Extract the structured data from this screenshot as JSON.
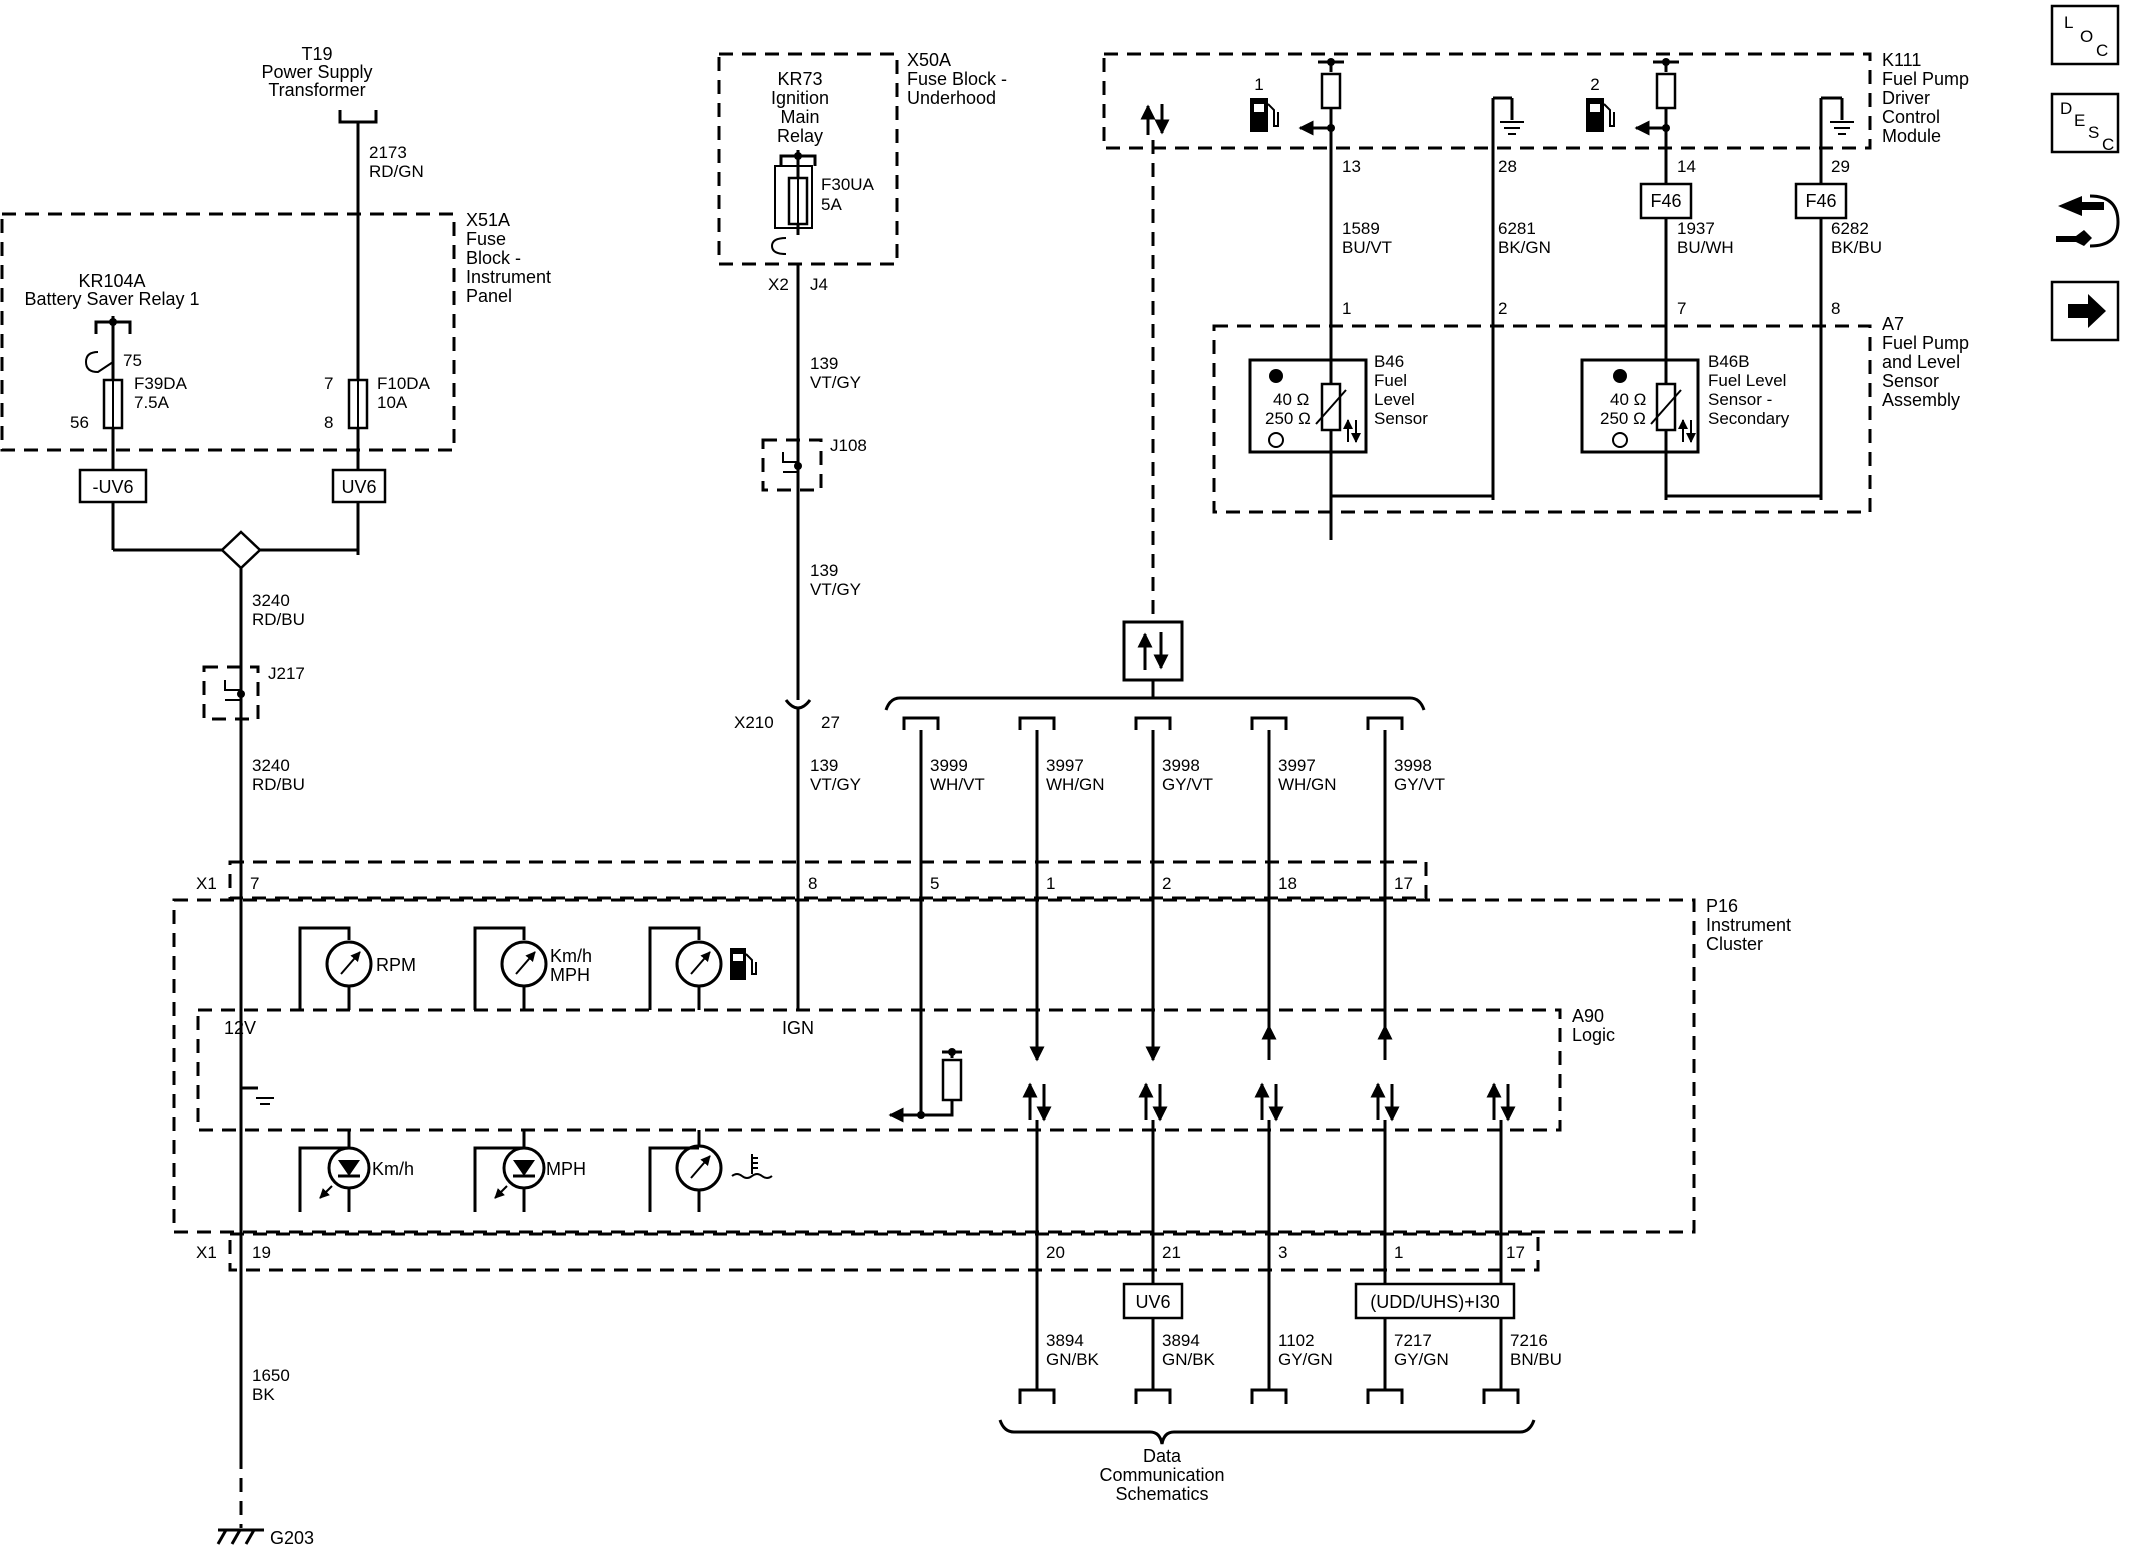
{
  "components": {
    "t19": {
      "id": "T19",
      "name_l1": "Power Supply",
      "name_l2": "Transformer"
    },
    "x51a": {
      "id": "X51A",
      "name_l1": "Fuse",
      "name_l2": "Block -",
      "name_l3": "Instrument",
      "name_l4": "Panel"
    },
    "kr104a": {
      "id": "KR104A",
      "name": "Battery Saver Relay 1"
    },
    "f39da": {
      "id": "F39DA",
      "rating": "7.5A",
      "pin_in": "75",
      "pin_out": "56"
    },
    "f10da": {
      "id": "F10DA",
      "rating": "10A",
      "pin_in": "7",
      "pin_out": "8"
    },
    "x50a": {
      "id": "X50A",
      "name_l1": "Fuse Block -",
      "name_l2": "Underhood"
    },
    "kr73": {
      "id": "KR73",
      "name_l1": "Ignition",
      "name_l2": "Main",
      "name_l3": "Relay"
    },
    "f30ua": {
      "id": "F30UA",
      "rating": "5A",
      "pin_x2": "X2",
      "pin_j4": "J4"
    },
    "j108": {
      "id": "J108"
    },
    "j217": {
      "id": "J217"
    },
    "x210": {
      "id": "X210",
      "pin": "27"
    },
    "k111": {
      "id": "K111",
      "name_l1": "Fuel Pump",
      "name_l2": "Driver",
      "name_l3": "Control",
      "name_l4": "Module",
      "num_1": "1",
      "num_2": "2"
    },
    "a7": {
      "id": "A7",
      "name_l1": "Fuel Pump",
      "name_l2": "and Level",
      "name_l3": "Sensor",
      "name_l4": "Assembly"
    },
    "b46": {
      "id": "B46",
      "name_l1": "Fuel",
      "name_l2": "Level",
      "name_l3": "Sensor",
      "ohm_hi": "40 Ω",
      "ohm_lo": "250 Ω"
    },
    "b46b": {
      "id": "B46B",
      "name_l1": "Fuel Level",
      "name_l2": "Sensor -",
      "name_l3": "Secondary",
      "ohm_hi": "40 Ω",
      "ohm_lo": "250 Ω"
    },
    "p16": {
      "id": "P16",
      "name_l1": "Instrument",
      "name_l2": "Cluster"
    },
    "a90": {
      "id": "A90",
      "name": "Logic",
      "pin_12v": "12V",
      "pin_ign": "IGN"
    },
    "g203": {
      "id": "G203"
    }
  },
  "options": {
    "uv6_neg": "-UV6",
    "uv6": "UV6",
    "f46": "F46",
    "udd": "(UDD/UHS)+I30"
  },
  "wires": {
    "w2173": {
      "circuit": "2173",
      "color": "RD/GN"
    },
    "w3240a": {
      "circuit": "3240",
      "color": "RD/BU"
    },
    "w3240b": {
      "circuit": "3240",
      "color": "RD/BU"
    },
    "w1650": {
      "circuit": "1650",
      "color": "BK"
    },
    "w139a": {
      "circuit": "139",
      "color": "VT/GY"
    },
    "w139b": {
      "circuit": "139",
      "color": "VT/GY"
    },
    "w139c": {
      "circuit": "139",
      "color": "VT/GY"
    },
    "w1589": {
      "circuit": "1589",
      "color": "BU/VT"
    },
    "w6281": {
      "circuit": "6281",
      "color": "BK/GN"
    },
    "w1937": {
      "circuit": "1937",
      "color": "BU/WH"
    },
    "w6282": {
      "circuit": "6282",
      "color": "BK/BU"
    },
    "w3999": {
      "circuit": "3999",
      "color": "WH/VT"
    },
    "w3997a": {
      "circuit": "3997",
      "color": "WH/GN"
    },
    "w3998a": {
      "circuit": "3998",
      "color": "GY/VT"
    },
    "w3997b": {
      "circuit": "3997",
      "color": "WH/GN"
    },
    "w3998b": {
      "circuit": "3998",
      "color": "GY/VT"
    },
    "w3894a": {
      "circuit": "3894",
      "color": "GN/BK"
    },
    "w3894b": {
      "circuit": "3894",
      "color": "GN/BK"
    },
    "w1102": {
      "circuit": "1102",
      "color": "GY/GN"
    },
    "w7217": {
      "circuit": "7217",
      "color": "GY/GN"
    },
    "w7216": {
      "circuit": "7216",
      "color": "BN/BU"
    }
  },
  "pins": {
    "k111_13": "13",
    "k111_28": "28",
    "k111_14": "14",
    "k111_29": "29",
    "a7_1": "1",
    "a7_2": "2",
    "a7_7": "7",
    "a7_8": "8",
    "x1_top": "X1",
    "x1_7": "7",
    "x1_8": "8",
    "x1_5": "5",
    "x1_1": "1",
    "x1_2": "2",
    "x1_18": "18",
    "x1_17": "17",
    "x1_bot": "X1",
    "x1_19": "19",
    "x1_20": "20",
    "x1_21": "21",
    "x1_3": "3",
    "x1_1b": "1",
    "x1_17b": "17"
  },
  "gauges": {
    "rpm": "RPM",
    "kmh_mph_l1": "Km/h",
    "kmh_mph_l2": "MPH",
    "lamp_kmh": "Km/h",
    "lamp_mph": "MPH"
  },
  "footer": {
    "l1": "Data",
    "l2": "Communication",
    "l3": "Schematics"
  },
  "nav": {
    "loc": {
      "a": "L",
      "b": "O",
      "c": "C"
    },
    "desc": {
      "a": "D",
      "b": "E",
      "c": "S",
      "d": "C"
    },
    "connector_icon": "connector-end-view-icon",
    "next_icon": "arrow-right-icon"
  }
}
